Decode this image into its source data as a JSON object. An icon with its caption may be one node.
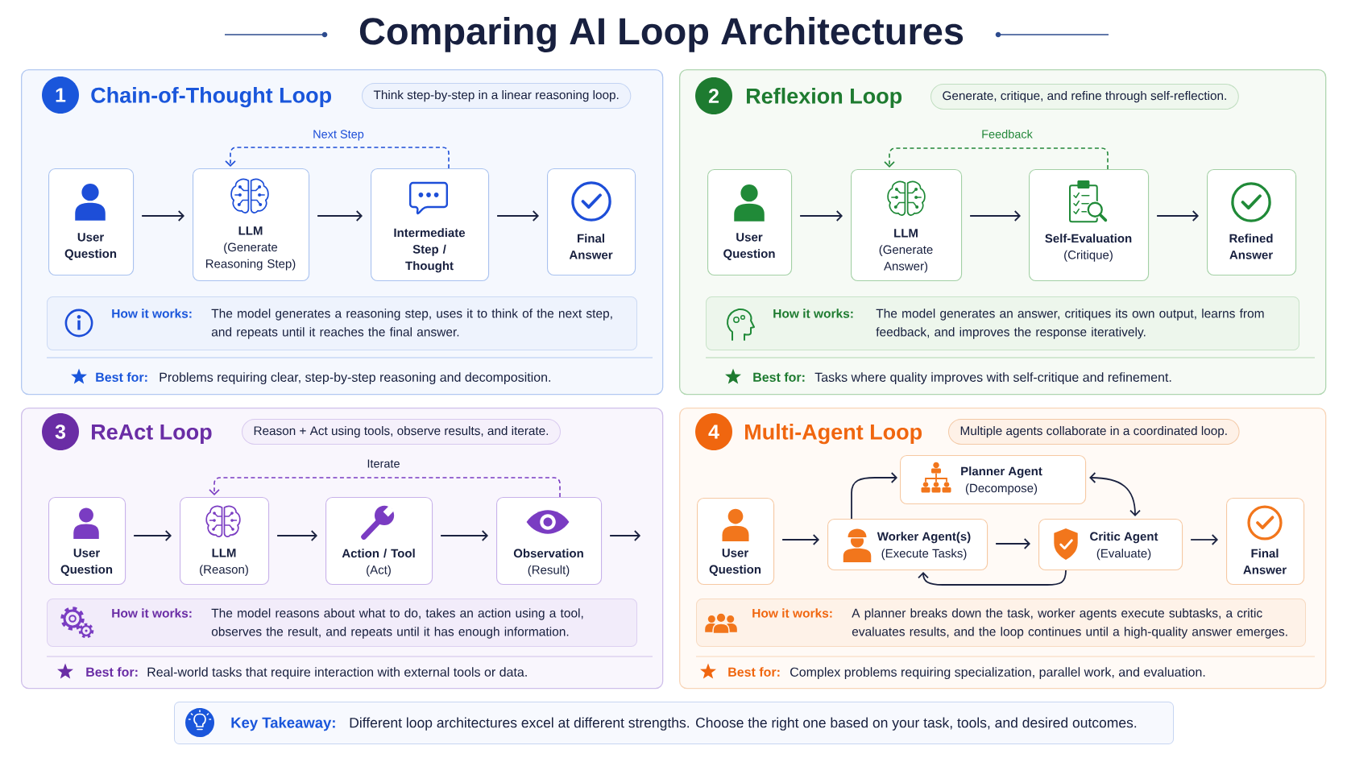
{
  "diagram": {
    "title": "Comparing AI Loop Architectures",
    "nodes": [
      {
        "text": [
          "Chain-of-Thought Loop",
          "Best for:",
          "Problems requiring clear, step-by-step reasoning and decomposition."
        ]
      },
      {
        "text": [
          "1"
        ],
        "in": 0
      },
      {
        "text": [
          "Think step-by-step in a linear reasoning loop."
        ],
        "in": 0
      },
      {
        "text": [
          "User Question"
        ],
        "in": 0
      },
      {
        "text": [
          "LLM",
          "(Generate Reasoning Step)"
        ],
        "in": 0
      },
      {
        "text": [
          "Intermediate Step / Thought"
        ],
        "in": 0
      },
      {
        "text": [
          "Final Answer"
        ],
        "in": 0
      },
      {
        "text": [
          "How it works:",
          "The model generates a reasoning step, uses it to think of the next step, and repeats until it reaches the final answer."
        ],
        "in": 0
      },
      {
        "text": [
          "Reflexion Loop",
          "Best for:",
          "Tasks where quality improves with self-critique and refinement."
        ]
      },
      {
        "text": [
          "2"
        ],
        "in": 8
      },
      {
        "text": [
          "Generate, critique, and refine through self-reflection."
        ],
        "in": 8
      },
      {
        "text": [
          "User Question"
        ],
        "in": 8
      },
      {
        "text": [
          "LLM",
          "(Generate Answer)"
        ],
        "in": 8
      },
      {
        "text": [
          "Self-Evaluation",
          "(Critique)"
        ],
        "in": 8
      },
      {
        "text": [
          "Refined Answer"
        ],
        "in": 8
      },
      {
        "text": [
          "How it works:",
          "The model generates an answer, critiques its own output, learns from feedback, and improves the response iteratively."
        ],
        "in": 8
      },
      {
        "text": [
          "ReAct Loop",
          "Best for:",
          "Real-world tasks that require interaction with external tools or data."
        ]
      },
      {
        "text": [
          "3"
        ],
        "in": 16
      },
      {
        "text": [
          "Reason + Act using tools, observe results, and iterate."
        ],
        "in": 16
      },
      {
        "text": [
          "User Question"
        ],
        "in": 16
      },
      {
        "text": [
          "LLM",
          "(Reason)"
        ],
        "in": 16
      },
      {
        "text": [
          "Action / Tool",
          "(Act)"
        ],
        "in": 16
      },
      {
        "text": [
          "Observation",
          "(Result)"
        ],
        "in": 16
      },
      {
        "text": [
          "How it works:",
          "The model reasons about what to do, takes an action using a tool, observes the result, and repeats until it has enough information."
        ],
        "in": 16
      },
      {
        "text": [
          "Multi-Agent Loop",
          "Best for:",
          "Complex problems requiring specialization, parallel work, and evaluation."
        ]
      },
      {
        "text": [
          "4"
        ],
        "in": 24
      },
      {
        "text": [
          "Multiple agents collaborate in a coordinated loop."
        ],
        "in": 24
      },
      {
        "text": [
          "User Question"
        ],
        "in": 24
      },
      {
        "text": [
          "Planner Agent",
          "(Decompose)"
        ],
        "in": 24
      },
      {
        "text": [
          "Worker Agent(s)",
          "(Execute Tasks)"
        ],
        "in": 24
      },
      {
        "text": [
          "Critic Agent",
          "(Evaluate)"
        ],
        "in": 24
      },
      {
        "text": [
          "Final Answer"
        ],
        "in": 24
      },
      {
        "text": [
          "How it works:",
          "A planner breaks down the task, worker agents execute subtasks, a critic evaluates results, and the loop continues until a high-quality answer emerges."
        ],
        "in": 24
      },
      {
        "text": [
          "Key Takeaway:",
          "Different loop architectures excel at different strengths. Choose the right one based on your task, tools, and desired outcomes."
        ]
      }
    ],
    "edges": [
      {
        "from": 3,
        "to": 4,
        "arrow": "to"
      },
      {
        "from": 4,
        "to": 5,
        "arrow": "to"
      },
      {
        "from": 5,
        "to": 6,
        "arrow": "to"
      },
      {
        "from": 5,
        "to": 4,
        "arrow": "to",
        "label": "Next Step",
        "style": "dashed",
        "color": "#1d4ed8"
      },
      {
        "from": 11,
        "to": 12,
        "arrow": "to"
      },
      {
        "from": 12,
        "to": 13,
        "arrow": "to"
      },
      {
        "from": 13,
        "to": 14,
        "arrow": "to"
      },
      {
        "from": 13,
        "to": 12,
        "arrow": "to",
        "label": "Feedback",
        "style": "dashed",
        "color": "#23883a"
      },
      {
        "from": 19,
        "to": 20,
        "arrow": "to"
      },
      {
        "from": 20,
        "to": 21,
        "arrow": "to"
      },
      {
        "from": 21,
        "to": 22,
        "arrow": "to"
      },
      {
        "from": 22,
        "to": null,
        "arrow": "to"
      },
      {
        "from": 22,
        "to": 20,
        "arrow": "to",
        "label": "Iterate",
        "style": "dashed",
        "color": "#7a3cc2"
      },
      {
        "from": 27,
        "to": 29,
        "arrow": "to"
      },
      {
        "from": 29,
        "to": 28,
        "arrow": "to"
      },
      {
        "from": 28,
        "to": 30,
        "arrow": "both"
      },
      {
        "from": 29,
        "to": 30,
        "arrow": "to"
      },
      {
        "from": 30,
        "to": 29,
        "arrow": "to"
      },
      {
        "from": 30,
        "to": 31,
        "arrow": "to"
      }
    ]
  }
}
